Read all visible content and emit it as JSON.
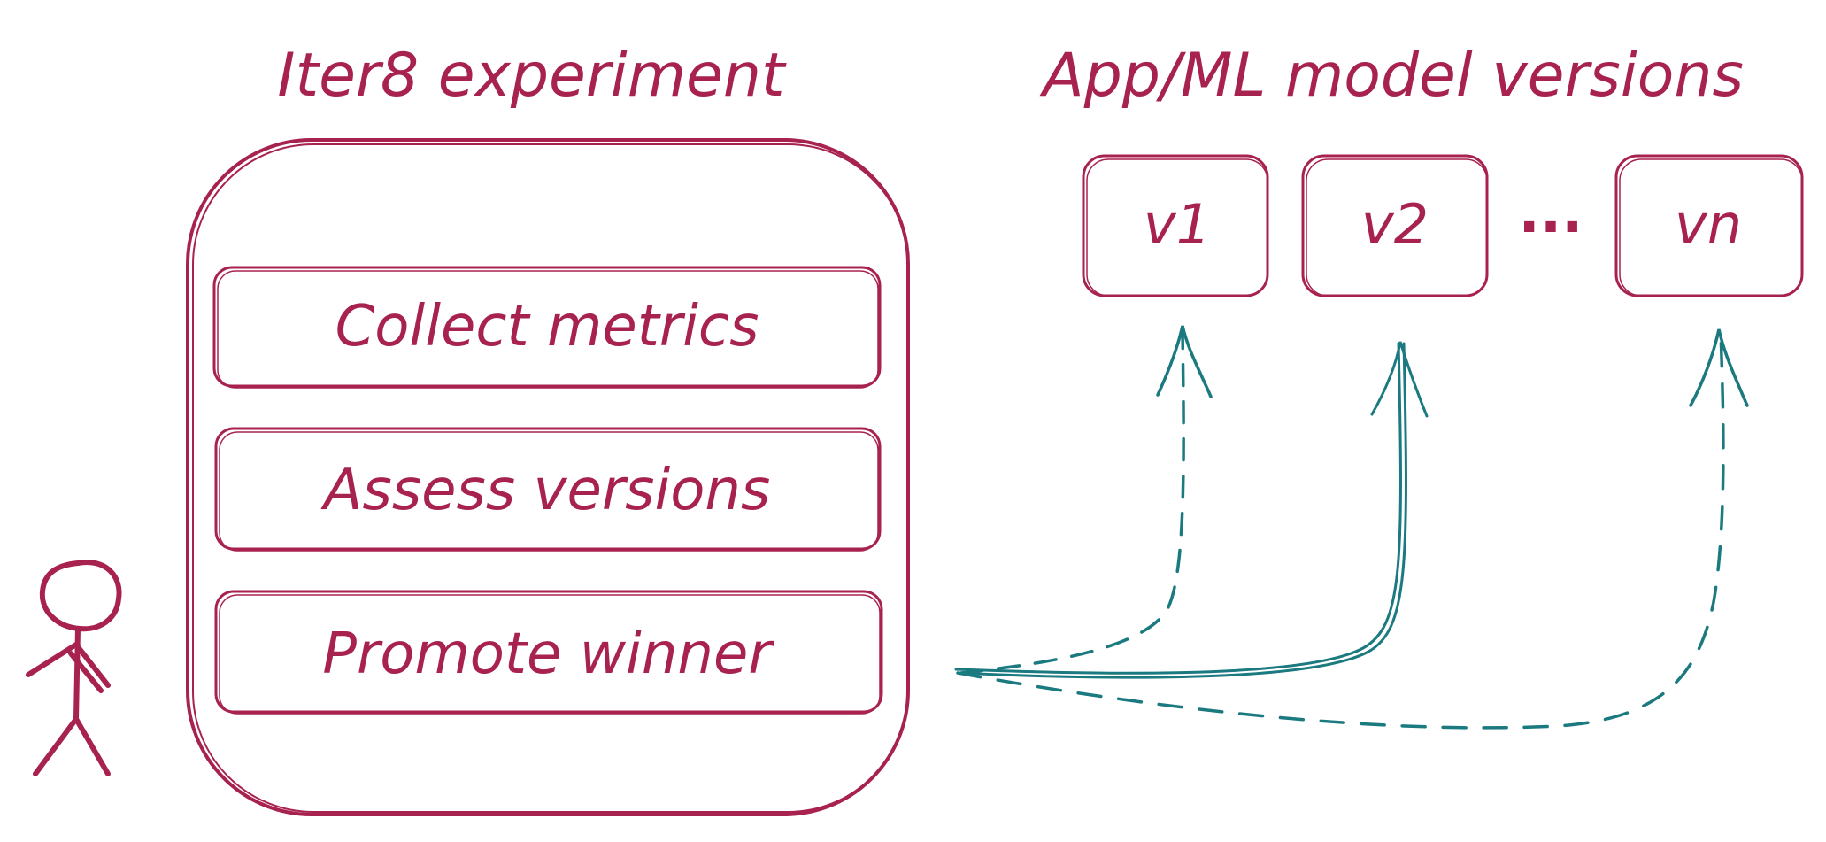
{
  "colors": {
    "primary": "#a8224f",
    "arrow": "#1b7a80",
    "background": "#ffffff"
  },
  "headers": {
    "experiment": "Iter8 experiment",
    "versions": "App/ML model versions"
  },
  "steps": [
    {
      "label": "Collect metrics"
    },
    {
      "label": "Assess versions"
    },
    {
      "label": "Promote winner"
    }
  ],
  "versions": [
    {
      "label": "v1"
    },
    {
      "label": "v2"
    },
    {
      "label": "vn"
    }
  ],
  "ellipsis": "...",
  "actor_icon": "stick-figure-icon",
  "arrows": [
    {
      "target": "v1",
      "style": "dashed"
    },
    {
      "target": "v2",
      "style": "solid"
    },
    {
      "target": "vn",
      "style": "dashed"
    }
  ]
}
